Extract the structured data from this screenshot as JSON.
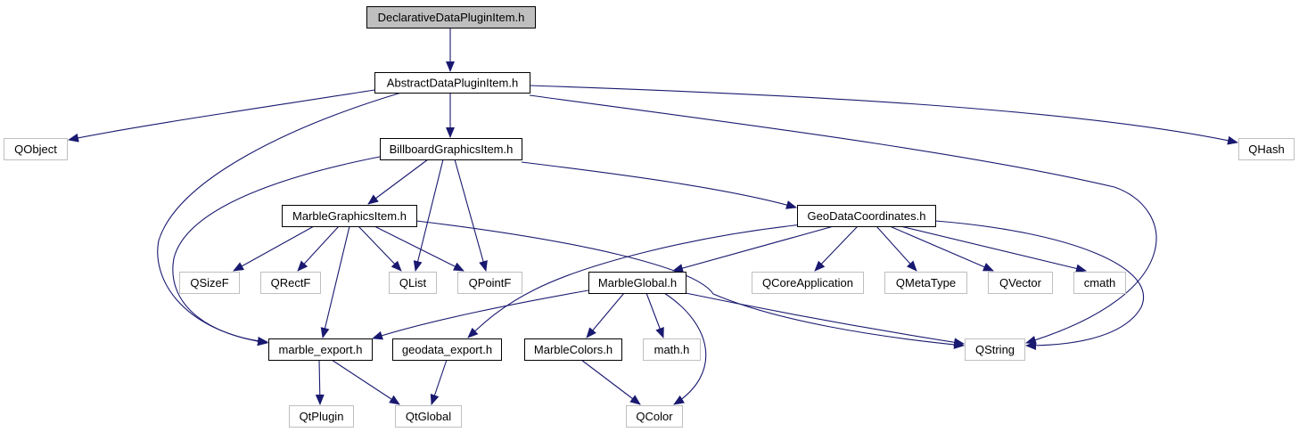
{
  "colors": {
    "edge": "#191970",
    "node_border": "#000000",
    "external_border": "#bfbfbf",
    "root_fill": "#bfbfbf",
    "node_fill": "#ffffff",
    "text": "#000000"
  },
  "nodes": [
    {
      "id": "declarative",
      "label": "DeclarativeDataPluginItem.h",
      "kind": "root"
    },
    {
      "id": "abstract",
      "label": "AbstractDataPluginItem.h",
      "kind": "internal"
    },
    {
      "id": "qobject",
      "label": "QObject",
      "kind": "external"
    },
    {
      "id": "billboard",
      "label": "BillboardGraphicsItem.h",
      "kind": "internal"
    },
    {
      "id": "qhash",
      "label": "QHash",
      "kind": "external"
    },
    {
      "id": "marblegraphics",
      "label": "MarbleGraphicsItem.h",
      "kind": "internal"
    },
    {
      "id": "geodatacoords",
      "label": "GeoDataCoordinates.h",
      "kind": "internal"
    },
    {
      "id": "qsizef",
      "label": "QSizeF",
      "kind": "external"
    },
    {
      "id": "qrectf",
      "label": "QRectF",
      "kind": "external"
    },
    {
      "id": "qlist",
      "label": "QList",
      "kind": "external"
    },
    {
      "id": "qpointf",
      "label": "QPointF",
      "kind": "external"
    },
    {
      "id": "marbleglobal",
      "label": "MarbleGlobal.h",
      "kind": "internal"
    },
    {
      "id": "qcoreapp",
      "label": "QCoreApplication",
      "kind": "external"
    },
    {
      "id": "qmetatype",
      "label": "QMetaType",
      "kind": "external"
    },
    {
      "id": "qvector",
      "label": "QVector",
      "kind": "external"
    },
    {
      "id": "cmath",
      "label": "cmath",
      "kind": "external"
    },
    {
      "id": "marbleexport",
      "label": "marble_export.h",
      "kind": "internal"
    },
    {
      "id": "geodataexport",
      "label": "geodata_export.h",
      "kind": "internal"
    },
    {
      "id": "marblecolors",
      "label": "MarbleColors.h",
      "kind": "internal"
    },
    {
      "id": "mathh",
      "label": "math.h",
      "kind": "external"
    },
    {
      "id": "qstring",
      "label": "QString",
      "kind": "external"
    },
    {
      "id": "qtplugin",
      "label": "QtPlugin",
      "kind": "external"
    },
    {
      "id": "qtglobal",
      "label": "QtGlobal",
      "kind": "external"
    },
    {
      "id": "qcolor",
      "label": "QColor",
      "kind": "external"
    }
  ],
  "edges": [
    {
      "from": "declarative",
      "to": "abstract"
    },
    {
      "from": "abstract",
      "to": "qobject"
    },
    {
      "from": "abstract",
      "to": "marbleexport"
    },
    {
      "from": "abstract",
      "to": "billboard"
    },
    {
      "from": "abstract",
      "to": "qstring"
    },
    {
      "from": "abstract",
      "to": "qhash"
    },
    {
      "from": "billboard",
      "to": "marbleexport"
    },
    {
      "from": "billboard",
      "to": "marblegraphics"
    },
    {
      "from": "billboard",
      "to": "qlist"
    },
    {
      "from": "billboard",
      "to": "qpointf"
    },
    {
      "from": "billboard",
      "to": "geodatacoords"
    },
    {
      "from": "marblegraphics",
      "to": "qsizef"
    },
    {
      "from": "marblegraphics",
      "to": "qrectf"
    },
    {
      "from": "marblegraphics",
      "to": "qlist"
    },
    {
      "from": "marblegraphics",
      "to": "qpointf"
    },
    {
      "from": "marblegraphics",
      "to": "marbleexport"
    },
    {
      "from": "marblegraphics",
      "to": "qstring"
    },
    {
      "from": "geodatacoords",
      "to": "geodataexport"
    },
    {
      "from": "geodatacoords",
      "to": "marbleglobal"
    },
    {
      "from": "geodatacoords",
      "to": "qcoreapp"
    },
    {
      "from": "geodatacoords",
      "to": "qmetatype"
    },
    {
      "from": "geodatacoords",
      "to": "qvector"
    },
    {
      "from": "geodatacoords",
      "to": "cmath"
    },
    {
      "from": "geodatacoords",
      "to": "qstring"
    },
    {
      "from": "marbleglobal",
      "to": "marbleexport"
    },
    {
      "from": "marbleglobal",
      "to": "marblecolors"
    },
    {
      "from": "marbleglobal",
      "to": "mathh"
    },
    {
      "from": "marbleglobal",
      "to": "qcolor"
    },
    {
      "from": "marbleglobal",
      "to": "qstring"
    },
    {
      "from": "marbleexport",
      "to": "qtplugin"
    },
    {
      "from": "marbleexport",
      "to": "qtglobal"
    },
    {
      "from": "geodataexport",
      "to": "qtglobal"
    },
    {
      "from": "marblecolors",
      "to": "qcolor"
    }
  ]
}
